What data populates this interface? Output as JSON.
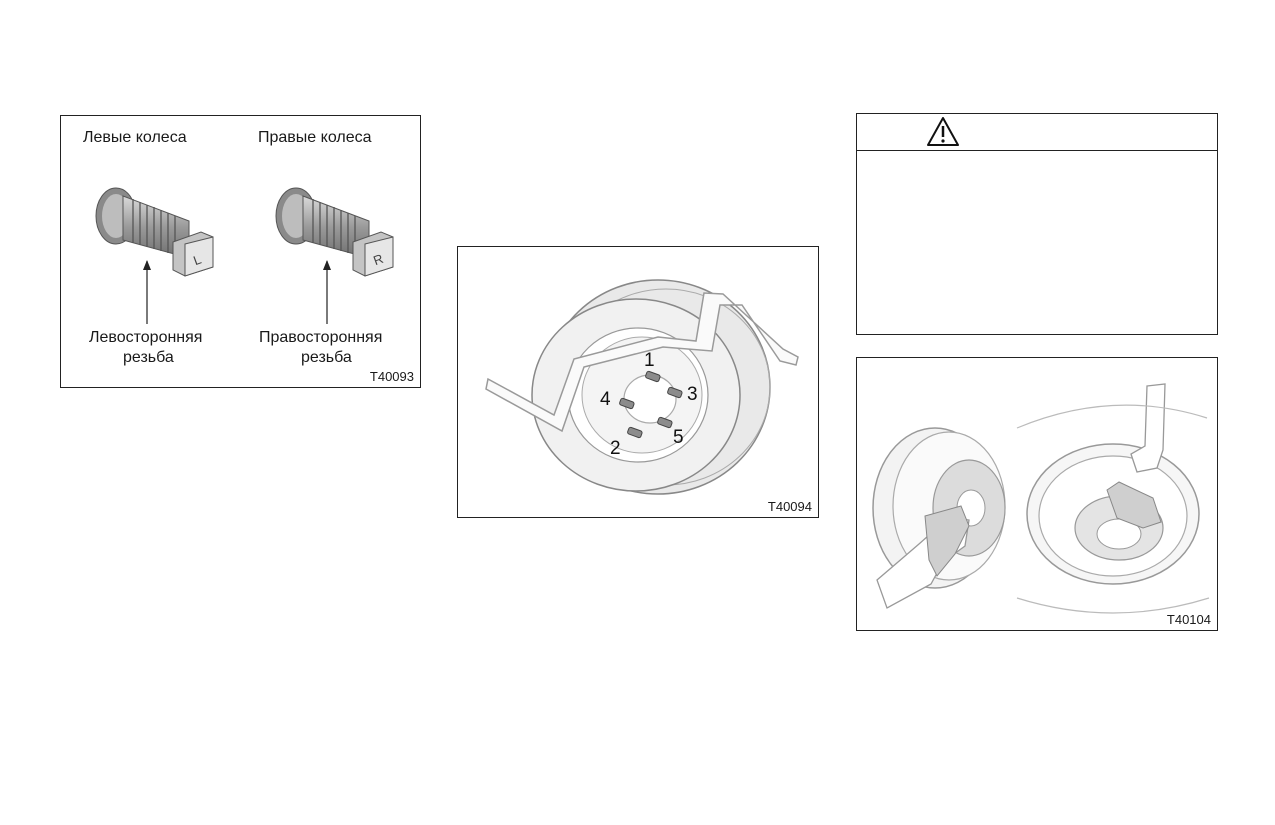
{
  "figure1": {
    "label_left": "Левые колеса",
    "label_right": "Правые колеса",
    "thread_left": [
      "Левосторонняя",
      "резьба"
    ],
    "thread_right": [
      "Правосторонняя",
      "резьба"
    ],
    "letter_left": "L",
    "letter_right": "R",
    "code": "T40093"
  },
  "figure2": {
    "bolt_numbers": [
      "1",
      "2",
      "3",
      "4",
      "5"
    ],
    "code": "T40094"
  },
  "warning": {
    "icon": "warning-triangle-icon"
  },
  "figure3": {
    "code": "T40104"
  }
}
